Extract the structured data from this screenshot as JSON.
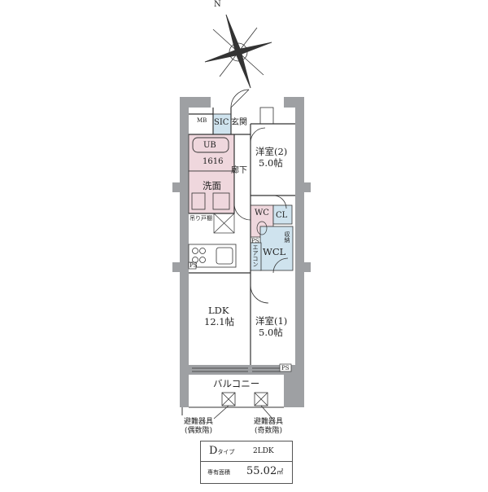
{
  "compass": {
    "label": "N"
  },
  "rooms": {
    "mb": "MB",
    "sic": "SIC",
    "entrance": "玄関",
    "western2_name": "洋室(2)",
    "western2_size": "5.0帖",
    "ub": "UB",
    "ub_size": "1616",
    "corridor": "廊下",
    "washroom": "洗面",
    "hanging_cabinet": "吊り戸棚",
    "wc": "WC",
    "cl": "CL",
    "storage": "収納",
    "aircon": "エアコン",
    "ps": "PS",
    "wcl": "WCL",
    "ldk_name": "LDK",
    "ldk_size": "12.1帖",
    "western1_name": "洋室(1)",
    "western1_size": "5.0帖",
    "balcony": "バルコニー"
  },
  "evac": {
    "left_line1": "避難器具",
    "left_line2": "(偶数階)",
    "right_line1": "避難器具",
    "right_line2": "(奇数階)"
  },
  "info": {
    "type_letter": "D",
    "type_suffix": "タイプ",
    "layout": "2LDK",
    "area_label": "専有面積",
    "area_value": "55.02",
    "area_unit": "㎡"
  },
  "colors": {
    "wall": "#9ea0a3",
    "pink": "#efd7dd",
    "blue": "#cfe3ee",
    "line": "#333333"
  }
}
